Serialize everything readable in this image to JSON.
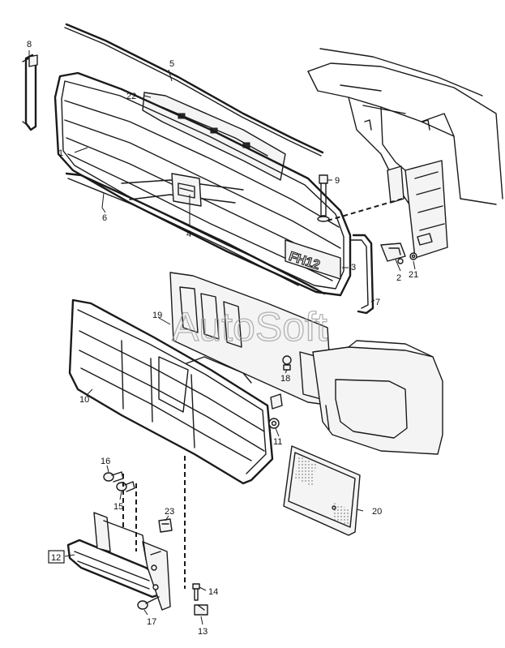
{
  "watermark": "AutoSoft",
  "grille_badge": "FH12",
  "callouts": {
    "c1": "1",
    "c2": "2",
    "c3": "3",
    "c4": "4",
    "c5": "5",
    "c6": "6",
    "c7": "7",
    "c8": "8",
    "c9": "9",
    "c10": "10",
    "c11": "11",
    "c12": "12",
    "c13": "13",
    "c14": "14",
    "c15": "15",
    "c16": "16",
    "c17": "17",
    "c18": "18",
    "c19": "19",
    "c20": "20",
    "c21": "21",
    "c22": "22",
    "c23": "23"
  }
}
